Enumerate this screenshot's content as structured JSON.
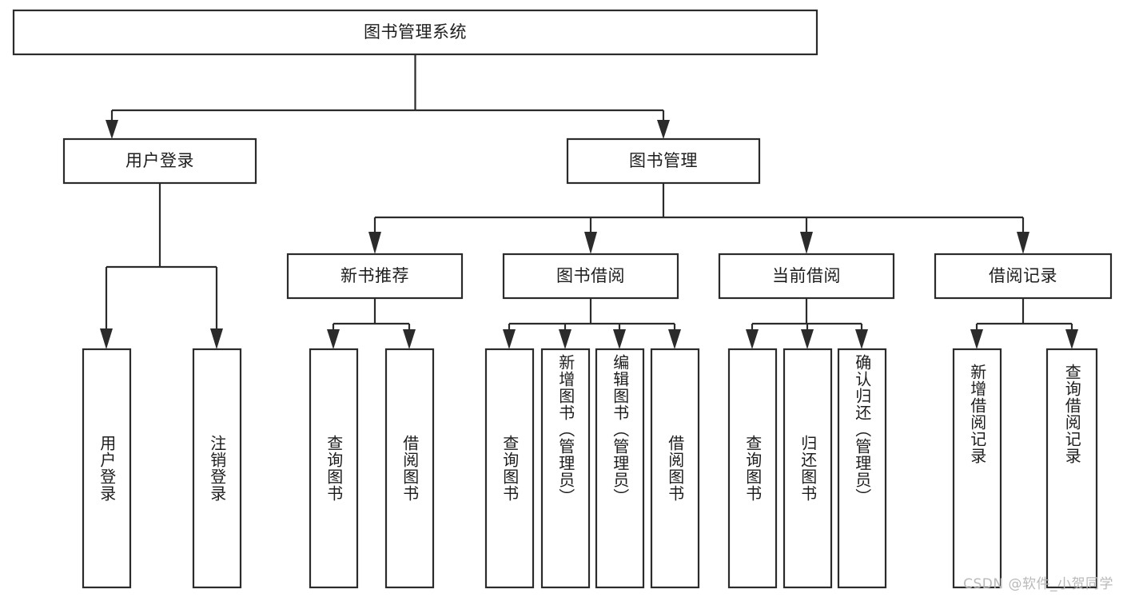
{
  "diagram": {
    "type": "tree",
    "title": "图书管理系统",
    "root": {
      "id": "root",
      "label": "图书管理系统"
    },
    "level2": [
      {
        "id": "user-login",
        "label": "用户登录"
      },
      {
        "id": "book-manage",
        "label": "图书管理"
      }
    ],
    "level3": [
      {
        "id": "new-book-rec",
        "label": "新书推荐",
        "parent": "book-manage"
      },
      {
        "id": "book-borrow",
        "label": "图书借阅",
        "parent": "book-manage"
      },
      {
        "id": "current-borrow",
        "label": "当前借阅",
        "parent": "book-manage"
      },
      {
        "id": "borrow-record",
        "label": "借阅记录",
        "parent": "book-manage"
      }
    ],
    "leaves": [
      {
        "id": "leaf-user-login",
        "label": "用户登录",
        "parent": "user-login"
      },
      {
        "id": "leaf-logout",
        "label": "注销登录",
        "parent": "user-login"
      },
      {
        "id": "leaf-query-book-rec",
        "label": "查询图书",
        "parent": "new-book-rec"
      },
      {
        "id": "leaf-borrow-book-rec",
        "label": "借阅图书",
        "parent": "new-book-rec"
      },
      {
        "id": "leaf-query-book-borrow",
        "label": "查询图书",
        "parent": "book-borrow"
      },
      {
        "id": "leaf-add-book",
        "label": "新增图书（管理员）",
        "parent": "book-borrow"
      },
      {
        "id": "leaf-edit-book",
        "label": "编辑图书（管理员）",
        "parent": "book-borrow"
      },
      {
        "id": "leaf-borrow-book",
        "label": "借阅图书",
        "parent": "book-borrow"
      },
      {
        "id": "leaf-query-book-cur",
        "label": "查询图书",
        "parent": "current-borrow"
      },
      {
        "id": "leaf-return-book",
        "label": "归还图书",
        "parent": "current-borrow"
      },
      {
        "id": "leaf-confirm-return",
        "label": "确认归还（管理员）",
        "parent": "current-borrow"
      },
      {
        "id": "leaf-add-record",
        "label": "新增借阅记录",
        "parent": "borrow-record"
      },
      {
        "id": "leaf-query-record",
        "label": "查询借阅记录",
        "parent": "borrow-record"
      }
    ]
  },
  "watermark": {
    "text": "CSDN @软件_小贺同学"
  },
  "colors": {
    "stroke": "#2b2b2b",
    "fill": "#ffffff",
    "text": "#1d1d1d",
    "watermark": "#b9b9b9"
  }
}
